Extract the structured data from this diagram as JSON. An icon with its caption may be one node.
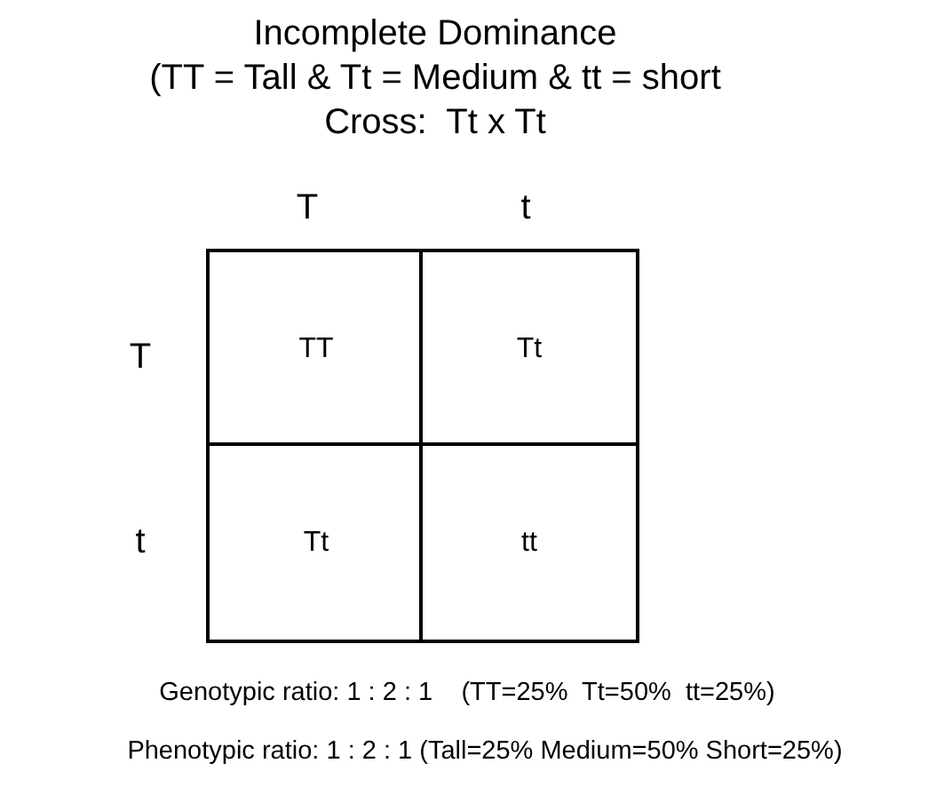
{
  "diagram": {
    "title": "Incomplete Dominance",
    "nodes": [
      {
        "text": [
          "TT"
        ]
      },
      {
        "text": [
          "Tt"
        ]
      },
      {
        "text": [
          "Tt"
        ]
      },
      {
        "text": [
          "tt"
        ]
      }
    ],
    "labels": [
      "(TT = Tall & Tt = Medium & tt = short",
      "Cross:  Tt x Tt",
      "T",
      "t",
      "T",
      "t",
      "Genotypic ratio: 1 : 2 : 1    (TT=25%  Tt=50%  tt=25%)",
      "Phenotypic ratio: 1 : 2 : 1 (Tall=25% Medium=50% Short=25%)"
    ]
  }
}
